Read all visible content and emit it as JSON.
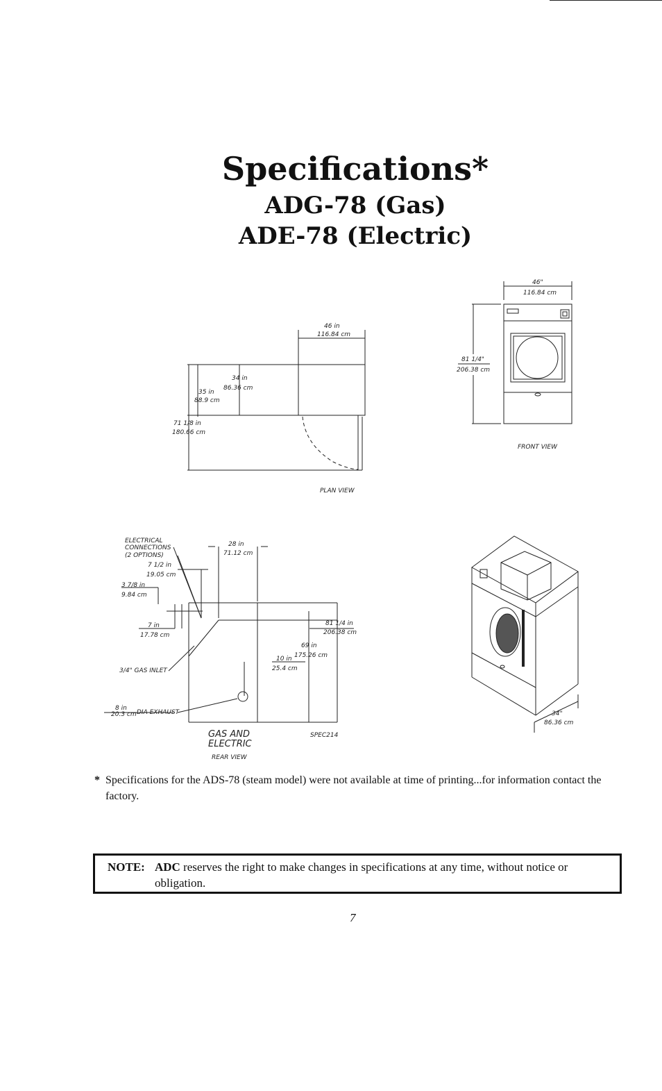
{
  "header": {
    "title": "Specifications*",
    "model_gas": "ADG-78 (Gas)",
    "model_electric": "ADE-78 (Electric)"
  },
  "plan_view": {
    "caption": "PLAN VIEW",
    "width_in": "46 in",
    "width_cm": "116.84 cm",
    "depth_in": "34 in",
    "depth_cm": "86.36 cm",
    "depth2_in": "35 in",
    "depth2_cm": "88.9 cm",
    "door_in": "71 1/8 in",
    "door_cm": "180.66 cm"
  },
  "front_view": {
    "caption": "FRONT VIEW",
    "width_in": "46\"",
    "width_cm": "116.84 cm",
    "height_in": "81 1/4\"",
    "height_cm": "206.38 cm"
  },
  "rear_view": {
    "caption_line1": "GAS AND",
    "caption_line2": "ELECTRIC",
    "caption_view": "REAR VIEW",
    "spec_code": "SPEC214",
    "electrical_line1": "ELECTRICAL",
    "electrical_line2": "CONNECTIONS",
    "electrical_line3": "(2 OPTIONS)",
    "dim_28_in": "28 in",
    "dim_28_cm": "71.12 cm",
    "dim_7half_in": "7 1/2 in",
    "dim_7half_cm": "19.05 cm",
    "dim_3_7_8_in": "3 7/8 in",
    "dim_3_7_8_cm": "9.84 cm",
    "dim_7_in": "7 in",
    "dim_7_cm": "17.78 cm",
    "dim_81_in": "81 1/4 in",
    "dim_81_cm": "206.38 cm",
    "dim_69_in": "69 in",
    "dim_69_cm": "175.26 cm",
    "dim_10_in": "10 in",
    "dim_10_cm": "25.4 cm",
    "gas_inlet": "3/4\" GAS INLET",
    "exhaust_in": "8 in",
    "exhaust_cm": "20.3 cm",
    "exhaust_label": "DIA EXHAUST"
  },
  "iso_view": {
    "depth_in": "34\"",
    "depth_cm": "86.36 cm"
  },
  "footnote": {
    "marker": "*",
    "text": "Specifications for the ADS-78 (steam model) were not available at time of printing...for information contact the factory."
  },
  "note": {
    "label": "NOTE:",
    "brand": "ADC",
    "text": " reserves the right to make changes in specifications at any time, without notice or obligation."
  },
  "page_number": "7"
}
